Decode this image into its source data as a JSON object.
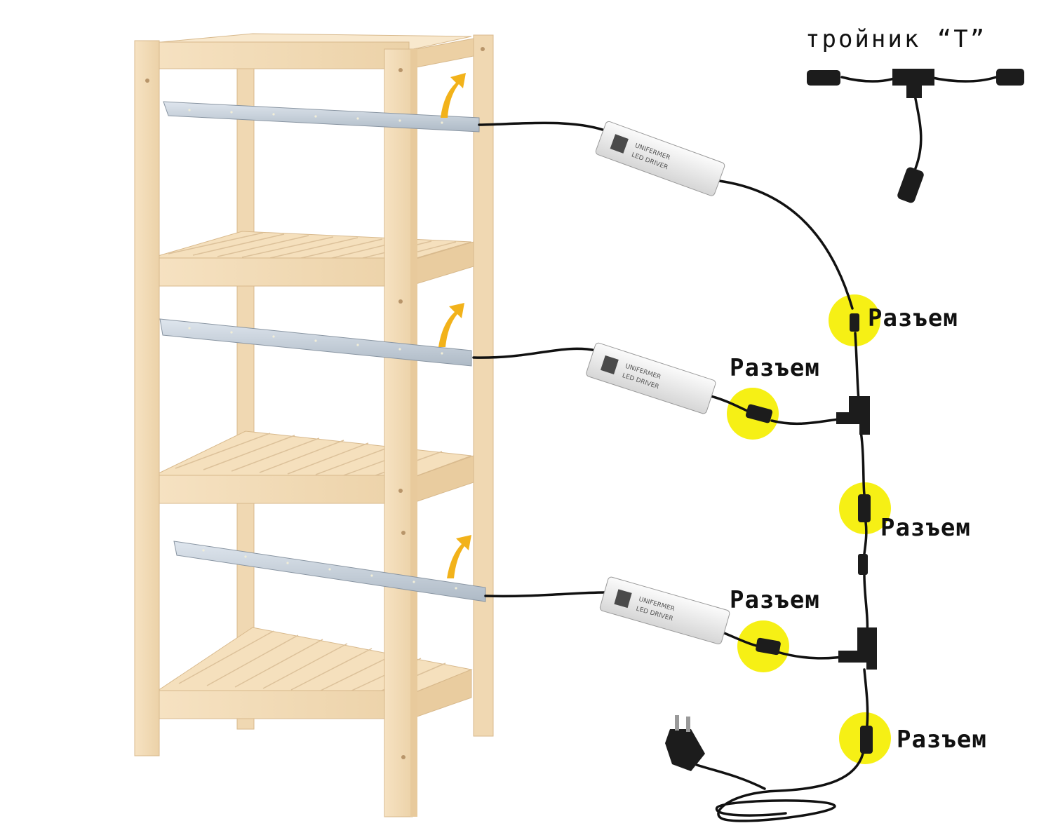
{
  "title": "тройник “T”",
  "connector_label": "Разъем",
  "driver_brand": "UNIFERMER",
  "driver_model": "LED DRIVER",
  "colors": {
    "wood": "#f3dcb7",
    "wood_dark": "#e2c497",
    "wood_edge": "#c9a676",
    "led_strip": "#c7d2dc",
    "arrow": "#f2b21a",
    "highlight": "#f6f015",
    "cable": "#111111",
    "driver": "#ececec"
  }
}
